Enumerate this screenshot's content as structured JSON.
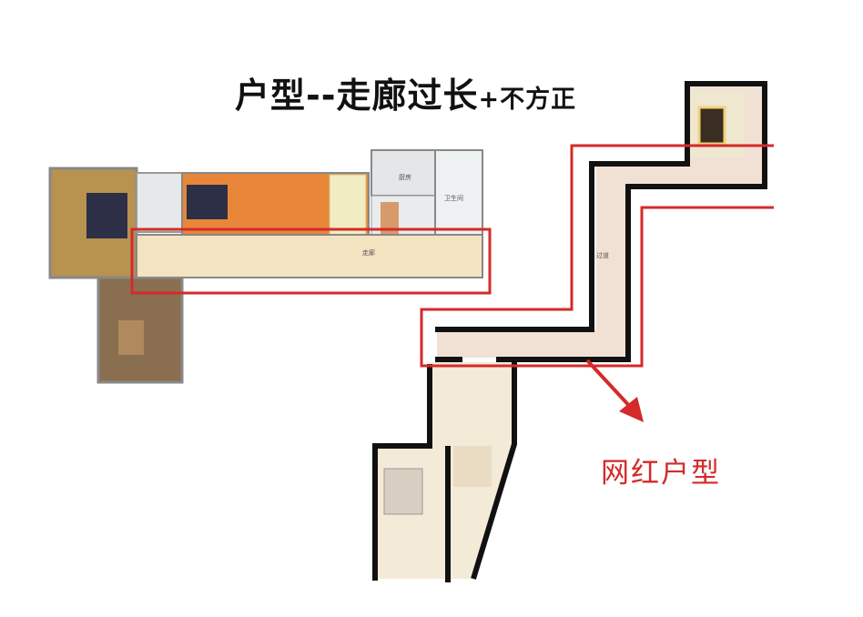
{
  "title": {
    "main": "户型--走廊过长",
    "sub": "+不方正"
  },
  "annotation": "网红户型",
  "room_labels": {
    "kitchen": "厨房",
    "bathroom": "卫生间",
    "corridor": "走廊",
    "corridor_right": "过道"
  },
  "colors": {
    "highlight": "#d42a2a",
    "wall": "#111111",
    "corridor_floor": "#f3e3c0",
    "bedroom_floor": "#e8873a",
    "master_floor": "#b8924f",
    "study_floor": "#8a6e50"
  }
}
